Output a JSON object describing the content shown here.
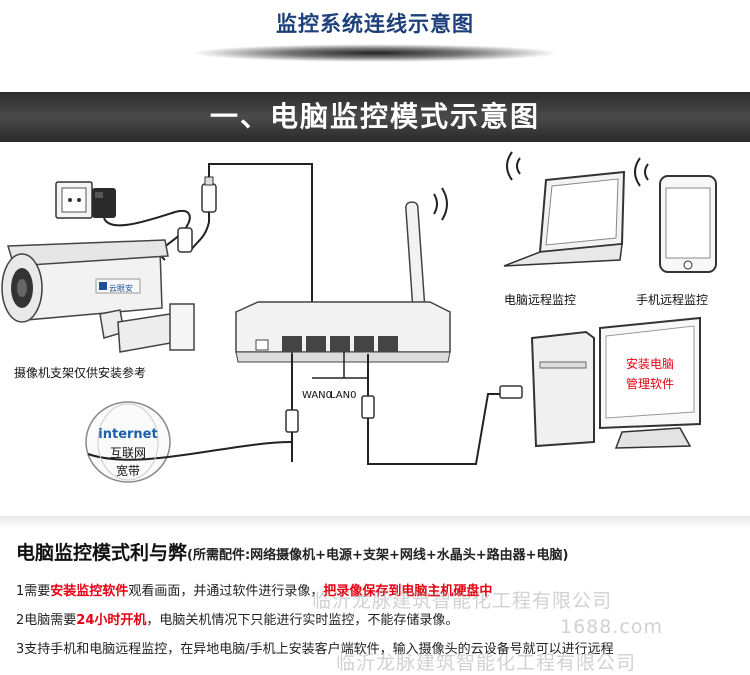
{
  "header": {
    "title": "监控系统连线示意图",
    "section_title": "一、电脑监控模式示意图"
  },
  "diagram": {
    "labels": {
      "camera_note": "摄像机支架仅供安装参考",
      "pc_remote": "电脑远程监控",
      "phone_remote": "手机远程监控",
      "internet_en": "internet",
      "internet_cn": "互联网",
      "broadband": "宽带",
      "wan_port": "WAN0",
      "lan_port": "LAN0",
      "monitor_line1": "安装电脑",
      "monitor_line2": "管理软件",
      "camera_brand": "云眼安"
    }
  },
  "pros_cons": {
    "title": "电脑监控模式利与弊",
    "subtitle": "(所需配件:网络摄像机+电源+支架+网线+水晶头+路由器+电脑)",
    "points": [
      {
        "n": "1",
        "a": "需要",
        "hl": "安装监控软件",
        "b": "观看画面，并通过软件进行录像，",
        "hl2": "把录像保存到电脑主机硬盘中"
      },
      {
        "n": "2",
        "a": "电脑需要",
        "hl": "24小时开机",
        "b": "，电脑关机情况下只能进行实时监控，不能存储录像。"
      },
      {
        "n": "3",
        "a": "支持手机和电脑远程监控，在异地电脑/手机上安装客户端软件，输入摄像头的云设备号就可以进行远程"
      }
    ]
  },
  "watermark": {
    "line1": "临沂龙脉建筑智能化工程有限公司",
    "line2": "1688.com",
    "line3": "临沂龙脉建筑智能化工程有限公司"
  },
  "colors": {
    "accent": "#e60012",
    "title_blue": "#1d3f7a"
  }
}
